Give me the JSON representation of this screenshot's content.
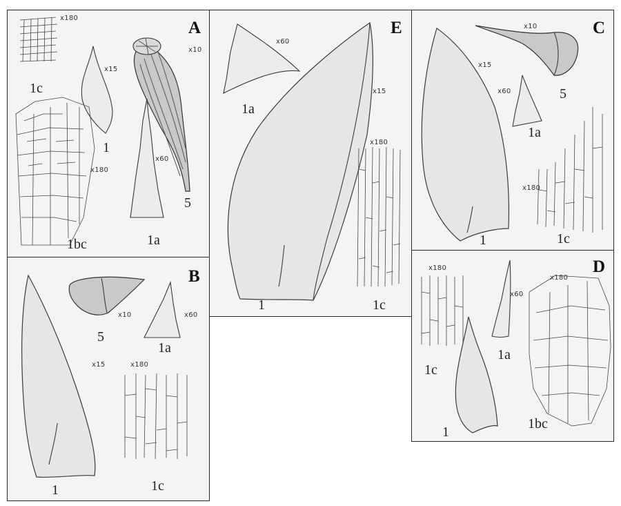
{
  "panels": {
    "A": {
      "letter": "A",
      "figures": [
        {
          "label": "1c",
          "magnification": "x180"
        },
        {
          "label": "1",
          "magnification": "x15"
        },
        {
          "label": "5",
          "magnification": "x10"
        },
        {
          "label": "1bc",
          "magnification": "x180"
        },
        {
          "label": "1a",
          "magnification": "x60"
        }
      ]
    },
    "B": {
      "letter": "B",
      "figures": [
        {
          "label": "1",
          "magnification": "x15"
        },
        {
          "label": "5",
          "magnification": "x10"
        },
        {
          "label": "1a",
          "magnification": "x60"
        },
        {
          "label": "1c",
          "magnification": "x180"
        }
      ]
    },
    "E": {
      "letter": "E",
      "figures": [
        {
          "label": "1a",
          "magnification": "x60"
        },
        {
          "label": "1",
          "magnification": "x15"
        },
        {
          "label": "1c",
          "magnification": "x180"
        }
      ]
    },
    "C": {
      "letter": "C",
      "figures": [
        {
          "label": "5",
          "magnification": "x10"
        },
        {
          "label": "1",
          "magnification": "x15"
        },
        {
          "label": "1a",
          "magnification": "x60"
        },
        {
          "label": "1c",
          "magnification": "x180"
        }
      ]
    },
    "D": {
      "letter": "D",
      "figures": [
        {
          "label": "1c",
          "magnification": "x180"
        },
        {
          "label": "1a",
          "magnification": "x60"
        },
        {
          "label": "1bc",
          "magnification": "x180"
        },
        {
          "label": "1",
          "magnification": ""
        }
      ]
    }
  }
}
